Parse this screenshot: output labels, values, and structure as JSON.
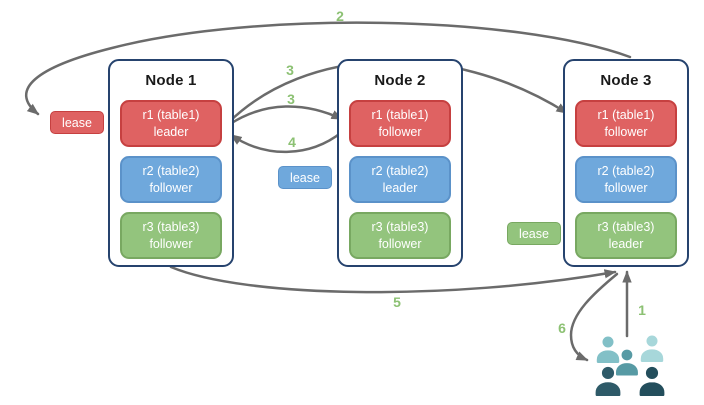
{
  "nodes": [
    {
      "title": "Node 1",
      "replicas": [
        {
          "name": "r1 (table1)",
          "role": "leader",
          "color": "#df6262"
        },
        {
          "name": "r2 (table2)",
          "role": "follower",
          "color": "#6fa8dc"
        },
        {
          "name": "r3 (table3)",
          "role": "follower",
          "color": "#93c47d"
        }
      ]
    },
    {
      "title": "Node 2",
      "replicas": [
        {
          "name": "r1 (table1)",
          "role": "follower",
          "color": "#df6262"
        },
        {
          "name": "r2 (table2)",
          "role": "leader",
          "color": "#6fa8dc"
        },
        {
          "name": "r3 (table3)",
          "role": "follower",
          "color": "#93c47d"
        }
      ]
    },
    {
      "title": "Node 3",
      "replicas": [
        {
          "name": "r1 (table1)",
          "role": "follower",
          "color": "#df6262"
        },
        {
          "name": "r2 (table2)",
          "role": "follower",
          "color": "#6fa8dc"
        },
        {
          "name": "r3 (table3)",
          "role": "leader",
          "color": "#93c47d"
        }
      ]
    }
  ],
  "leases": [
    {
      "label": "lease",
      "color": "#df6262"
    },
    {
      "label": "lease",
      "color": "#6fa8dc"
    },
    {
      "label": "lease",
      "color": "#93c47d"
    }
  ],
  "steps": {
    "s1": "1",
    "s2": "2",
    "s3a": "3",
    "s3b": "3",
    "s4": "4",
    "s5": "5",
    "s6": "6"
  },
  "icons": {
    "clients": "users-group-icon"
  },
  "colors": {
    "node_border": "#26436e",
    "arrow": "#6b6b6b",
    "step_label": "#8cc173",
    "people": [
      "#82c0c7",
      "#a7d7da",
      "#579aa4",
      "#2e5a68",
      "#234e5c"
    ]
  }
}
